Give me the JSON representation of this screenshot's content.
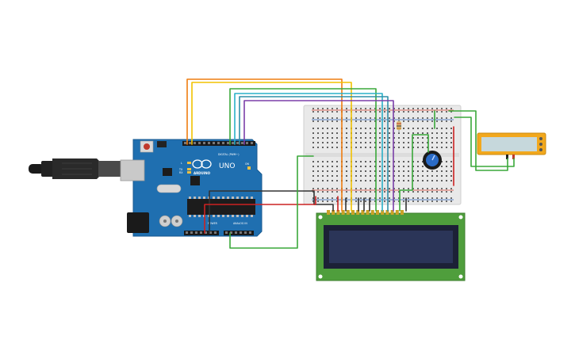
{
  "colors": {
    "board": "#1f6fb0",
    "board_dark": "#185a91",
    "lcd_pcb": "#4f9e3c",
    "lcd_screen": "#2b3558",
    "breadboard": "#e8e8e8",
    "rail_red": "#d33c2b",
    "rail_blue": "#2a5fb5",
    "multimeter": "#f2a81d",
    "wire_orange": "#ef7d10",
    "wire_yellow": "#f2c200",
    "wire_green": "#3aa83a",
    "wire_cyan": "#2ab0c8",
    "wire_purple": "#7b3fa8",
    "wire_black": "#333333",
    "wire_red": "#cc2222"
  },
  "arduino": {
    "logo": "ARDUINO",
    "model": "UNO",
    "digital_header": "DIGITAL (PWM~)",
    "power_header": "POWER",
    "analog_header": "ANALOG IN",
    "led_tx": "TX",
    "led_rx": "RX",
    "led_l": "L",
    "led_on": "ON"
  },
  "components": {
    "usb_cable": "usb-plug-icon",
    "potentiometer": "knob-icon",
    "resistor": "resistor-icon",
    "lcd": "lcd-16x2",
    "multimeter": "multimeter-display"
  }
}
